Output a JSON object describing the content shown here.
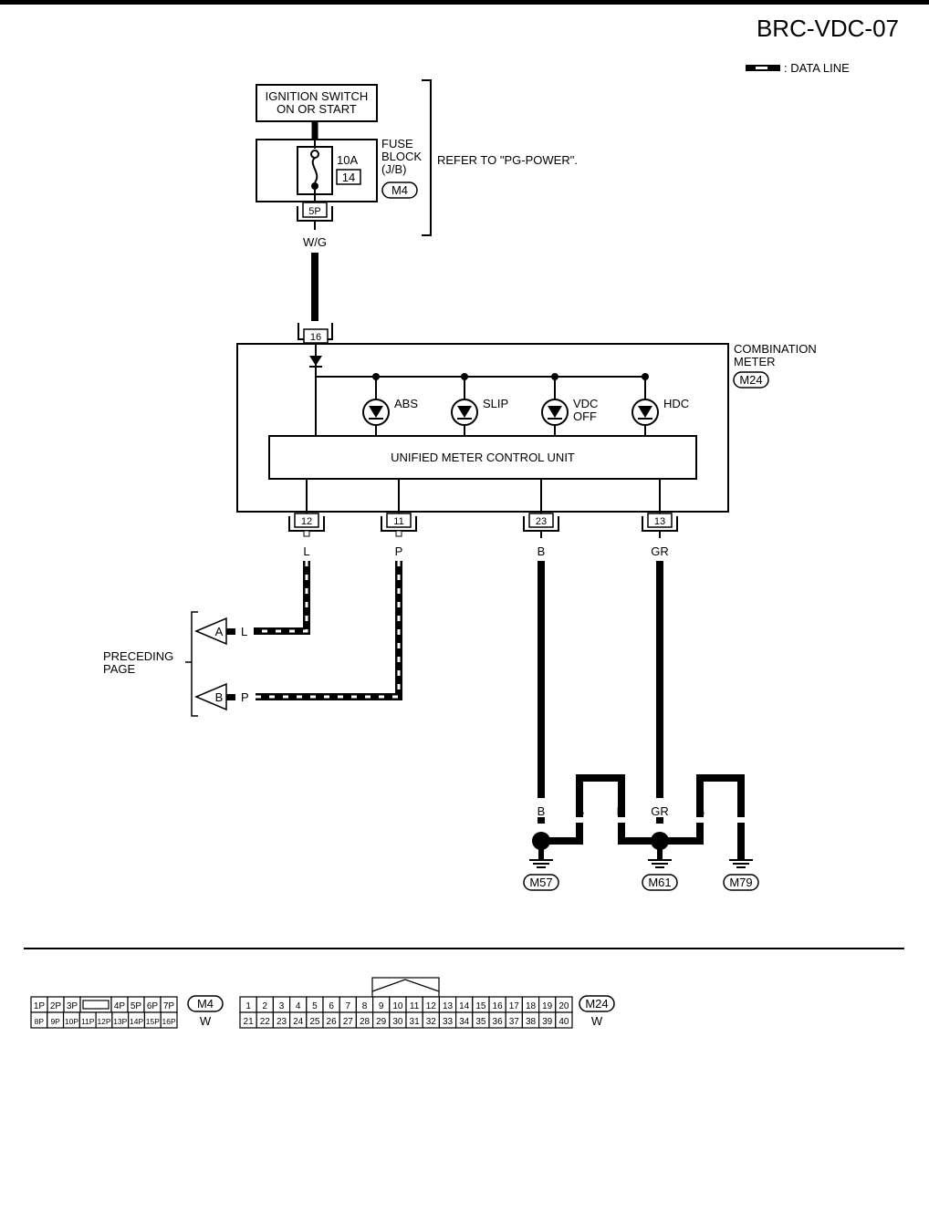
{
  "page_code": "BRC-VDC-07",
  "legend": {
    "label": ": DATA LINE"
  },
  "ignition": {
    "line1": "IGNITION SWITCH",
    "line2": "ON OR START"
  },
  "fuse": {
    "label1": "FUSE",
    "label2": "BLOCK",
    "label3": "(J/B)",
    "amp": "10A",
    "number": "14",
    "connector": "M4",
    "terminal": "5P",
    "refer_note": "REFER TO \"PG-POWER\"."
  },
  "wire_wg": "W/G",
  "meter": {
    "terminal_in": "16",
    "label1": "COMBINATION",
    "label2": "METER",
    "connector": "M24",
    "control_unit": "UNIFIED METER CONTROL UNIT",
    "lamps": [
      {
        "line1": "ABS",
        "line2": ""
      },
      {
        "line1": "SLIP",
        "line2": ""
      },
      {
        "line1": "VDC",
        "line2": "OFF"
      },
      {
        "line1": "HDC",
        "line2": ""
      }
    ],
    "terminals": [
      {
        "pin": "12",
        "wire": "L"
      },
      {
        "pin": "11",
        "wire": "P"
      },
      {
        "pin": "23",
        "wire": "B"
      },
      {
        "pin": "13",
        "wire": "GR"
      }
    ]
  },
  "preceding": {
    "line1": "PRECEDING",
    "line2": "PAGE",
    "arrows": [
      {
        "letter": "A",
        "wire": "L"
      },
      {
        "letter": "B",
        "wire": "P"
      }
    ]
  },
  "ground": {
    "wires": [
      "B",
      "B",
      "B",
      "GR",
      "B",
      "B"
    ],
    "connectors": [
      "M57",
      "M61",
      "M79"
    ]
  },
  "connector_views": [
    {
      "id": "M4",
      "color": "W",
      "row1": [
        "1P",
        "2P",
        "3P",
        "",
        "4P",
        "5P",
        "6P",
        "7P"
      ],
      "row2": [
        "8P",
        "9P",
        "10P",
        "11P",
        "12P",
        "13P",
        "14P",
        "15P",
        "16P"
      ]
    },
    {
      "id": "M24",
      "color": "W",
      "row1": [
        "1",
        "2",
        "3",
        "4",
        "5",
        "6",
        "7",
        "8",
        "9",
        "10",
        "11",
        "12",
        "13",
        "14",
        "15",
        "16",
        "17",
        "18",
        "19",
        "20"
      ],
      "row2": [
        "21",
        "22",
        "23",
        "24",
        "25",
        "26",
        "27",
        "28",
        "29",
        "30",
        "31",
        "32",
        "33",
        "34",
        "35",
        "36",
        "37",
        "38",
        "39",
        "40"
      ]
    }
  ]
}
